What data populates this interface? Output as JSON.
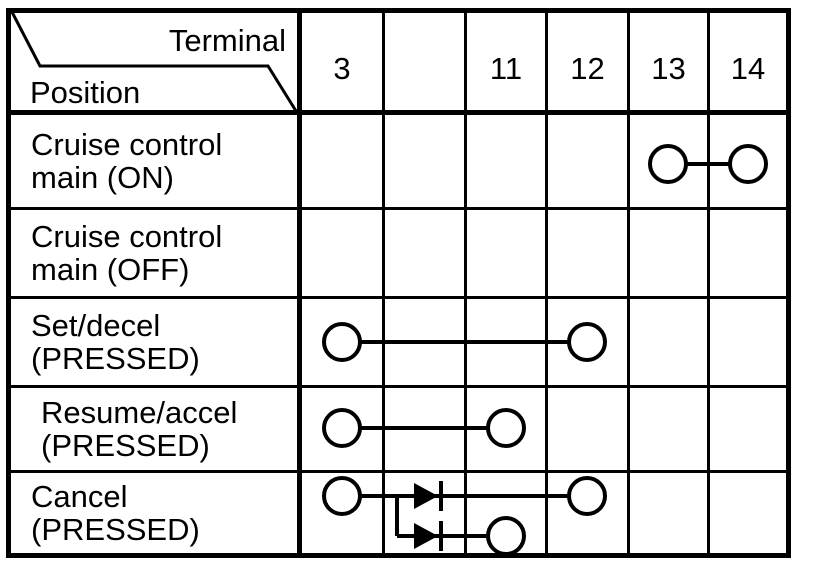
{
  "diagram": {
    "title_semantic": "switch-continuity-chart",
    "corner": {
      "top_right_label": "Terminal",
      "bottom_left_label": "Position"
    },
    "terminal_columns": [
      "3",
      "",
      "11",
      "12",
      "13",
      "14"
    ],
    "rows": [
      {
        "line1": "Cruise control",
        "line2": "main (ON)",
        "connections": [
          {
            "type": "link",
            "from": "13",
            "to": "14"
          }
        ]
      },
      {
        "line1": "Cruise control",
        "line2": "main (OFF)",
        "connections": []
      },
      {
        "line1": "Set/decel",
        "line2": "(PRESSED)",
        "connections": [
          {
            "type": "link",
            "from": "3",
            "to": "12"
          }
        ]
      },
      {
        "line1": "Resume/accel",
        "line2": "(PRESSED)",
        "connections": [
          {
            "type": "link",
            "from": "3",
            "to": "11"
          }
        ]
      },
      {
        "line1": "Cancel",
        "line2": "(PRESSED)",
        "connections": [
          {
            "type": "diode_split",
            "from": "3",
            "to_upper": "12",
            "to_lower": "11"
          }
        ]
      }
    ],
    "colors": {
      "ink": "#000000",
      "background": "#ffffff"
    }
  }
}
